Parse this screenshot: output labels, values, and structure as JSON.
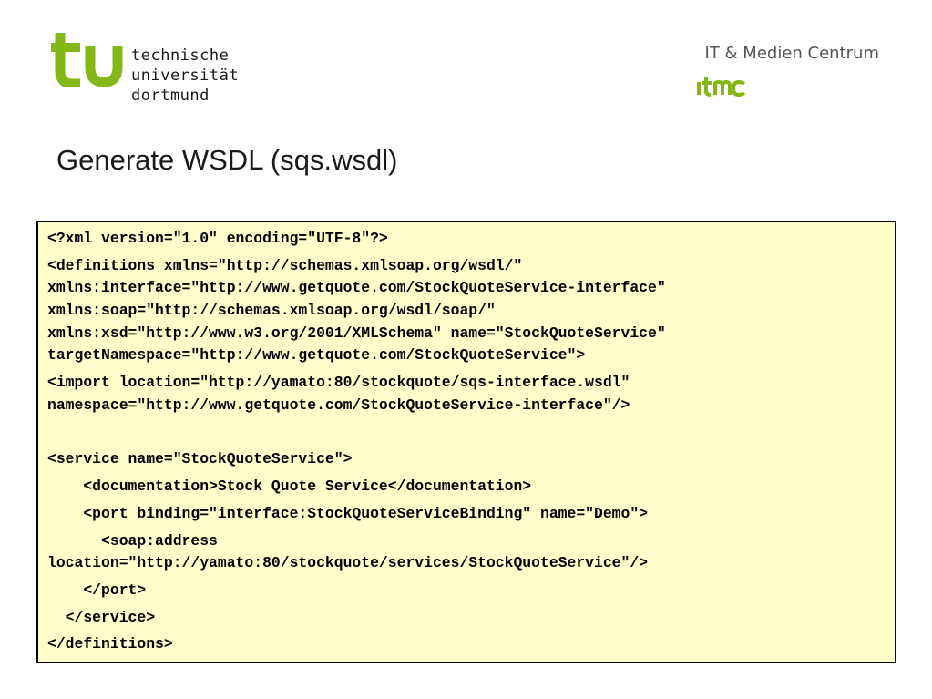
{
  "header": {
    "university_lines": [
      "technische",
      "universität",
      "dortmund"
    ],
    "center_title": "IT & Medien Centrum",
    "brand_green": "#84b819"
  },
  "slide": {
    "title": "Generate WSDL (sqs.wsdl)"
  },
  "code": {
    "background": "#ffffcc",
    "lines": [
      "<?xml version=\"1.0\" encoding=\"UTF-8\"?>",
      "<definitions xmlns=\"http://schemas.xmlsoap.org/wsdl/\"",
      "xmlns:interface=\"http://www.getquote.com/StockQuoteService-interface\"",
      "xmlns:soap=\"http://schemas.xmlsoap.org/wsdl/soap/\"",
      "xmlns:xsd=\"http://www.w3.org/2001/XMLSchema\" name=\"StockQuoteService\"",
      "targetNamespace=\"http://www.getquote.com/StockQuoteService\">",
      "<import location=\"http://yamato:80/stockquote/sqs-interface.wsdl\"",
      "namespace=\"http://www.getquote.com/StockQuoteService-interface\"/>",
      "<service name=\"StockQuoteService\">",
      "    <documentation>Stock Quote Service</documentation>",
      "    <port binding=\"interface:StockQuoteServiceBinding\" name=\"Demo\">",
      "      <soap:address",
      "location=\"http://yamato:80/stockquote/services/StockQuoteService\"/>",
      "    </port>",
      "  </service>",
      "</definitions>"
    ]
  }
}
